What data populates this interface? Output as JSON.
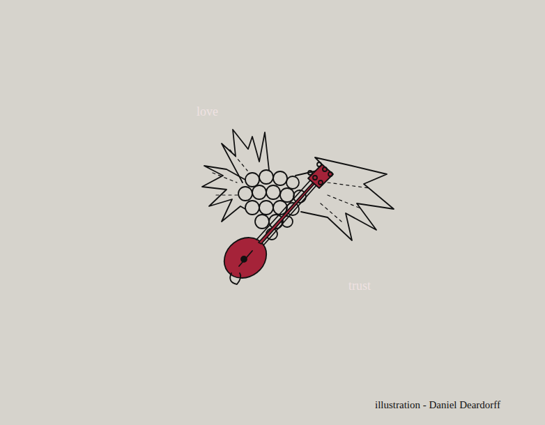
{
  "diagram": {
    "nodes": [
      {
        "text": [
          "love"
        ]
      },
      {
        "text": [
          "trust"
        ]
      }
    ],
    "labels": [
      "illustration - Daniel Deardorff"
    ]
  }
}
